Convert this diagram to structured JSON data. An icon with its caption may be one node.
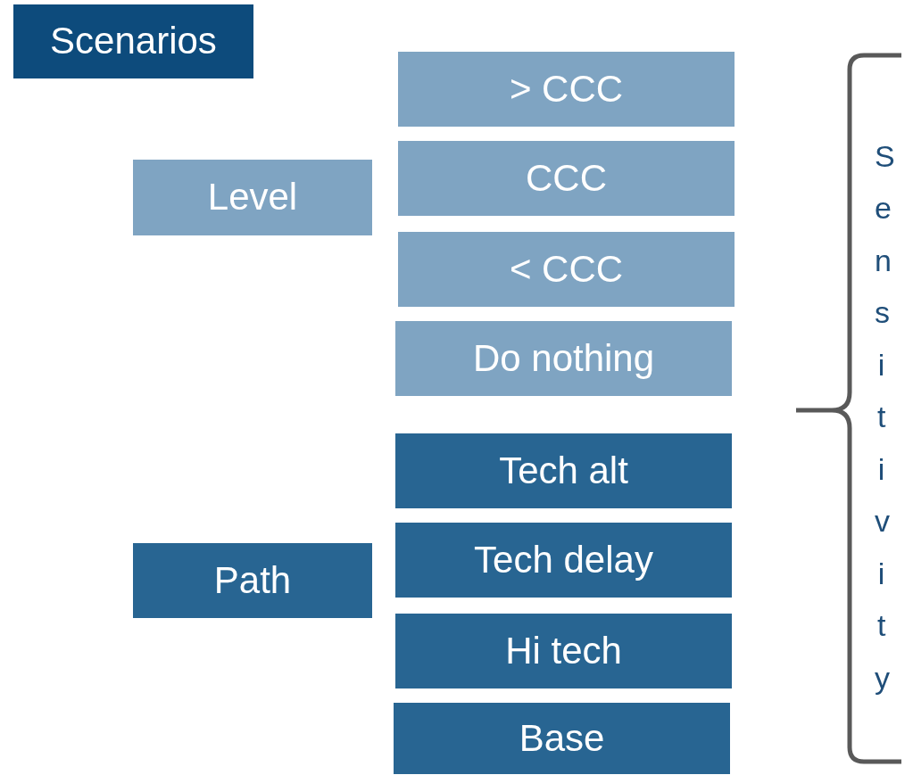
{
  "diagram": {
    "nodes": [
      {
        "text": [
          "Scenarios"
        ]
      },
      {
        "text": [
          "Level"
        ]
      },
      {
        "text": [
          "Path"
        ]
      },
      {
        "text": [
          "> CCC"
        ]
      },
      {
        "text": [
          "CCC"
        ]
      },
      {
        "text": [
          "< CCC"
        ]
      },
      {
        "text": [
          "Do nothing"
        ]
      },
      {
        "text": [
          "Tech alt"
        ]
      },
      {
        "text": [
          "Tech delay"
        ]
      },
      {
        "text": [
          "Hi tech"
        ]
      },
      {
        "text": [
          "Base"
        ]
      }
    ],
    "edges": [],
    "labels": [
      "Sensitivity"
    ]
  }
}
